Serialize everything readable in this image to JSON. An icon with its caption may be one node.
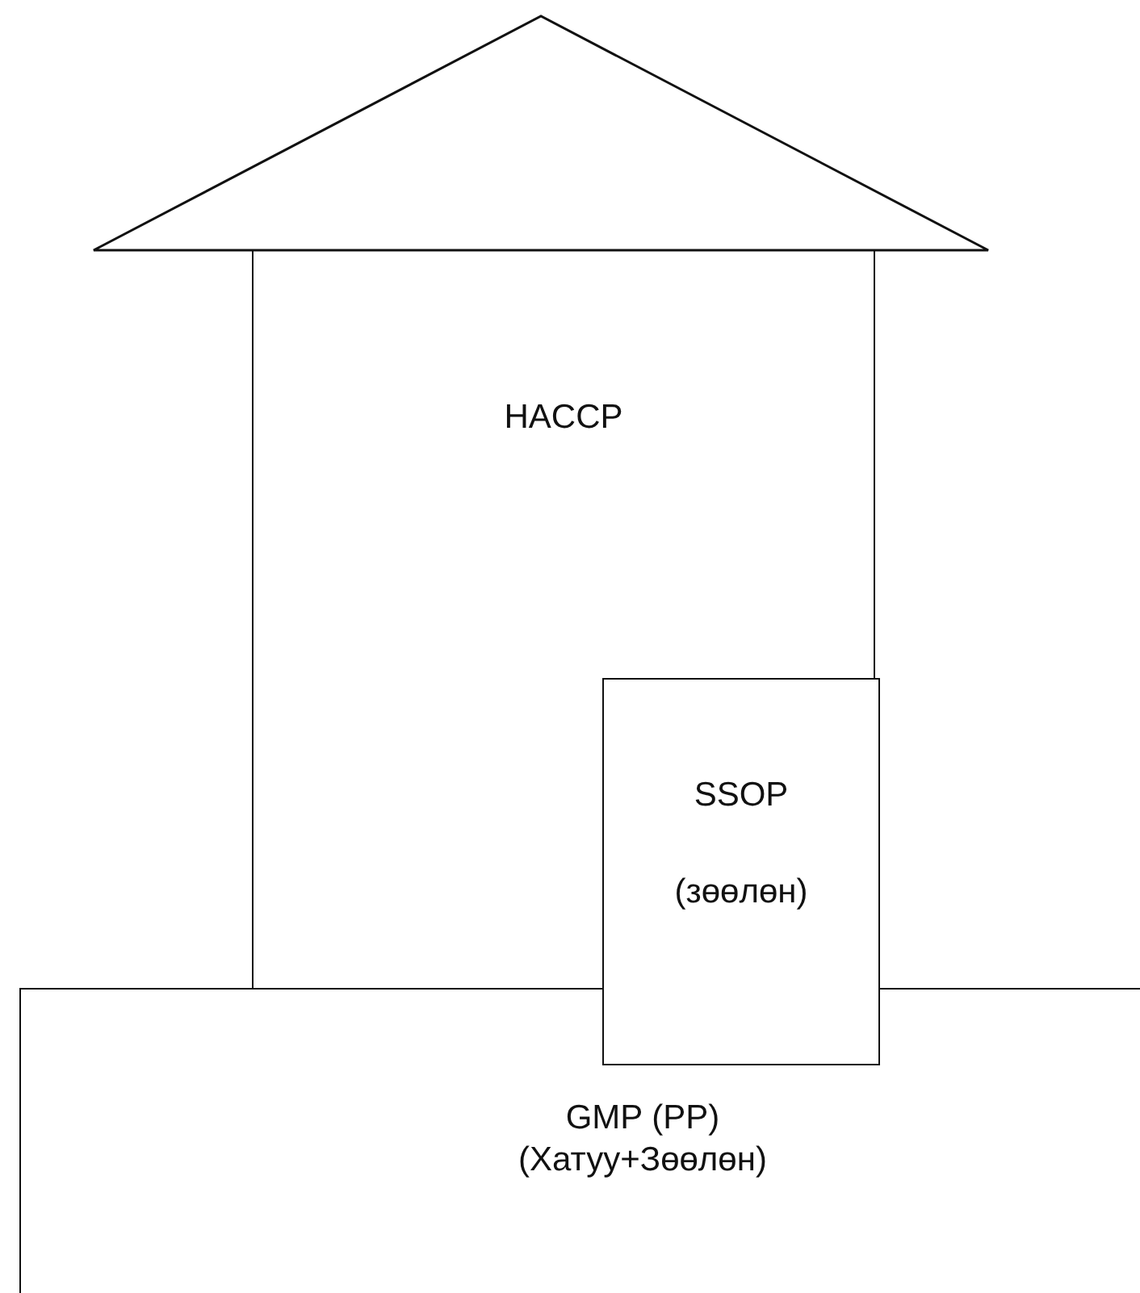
{
  "diagram": {
    "nodes": [
      {
        "text": [],
        "shape": "triangle"
      },
      {
        "text": [
          "HACCP"
        ]
      },
      {
        "text": [
          "SSOP",
          "(зөөлөн)"
        ]
      },
      {
        "text": [
          "GMP (PP)",
          "(Хатуу+Зөөлөн)"
        ]
      }
    ],
    "edges": []
  }
}
